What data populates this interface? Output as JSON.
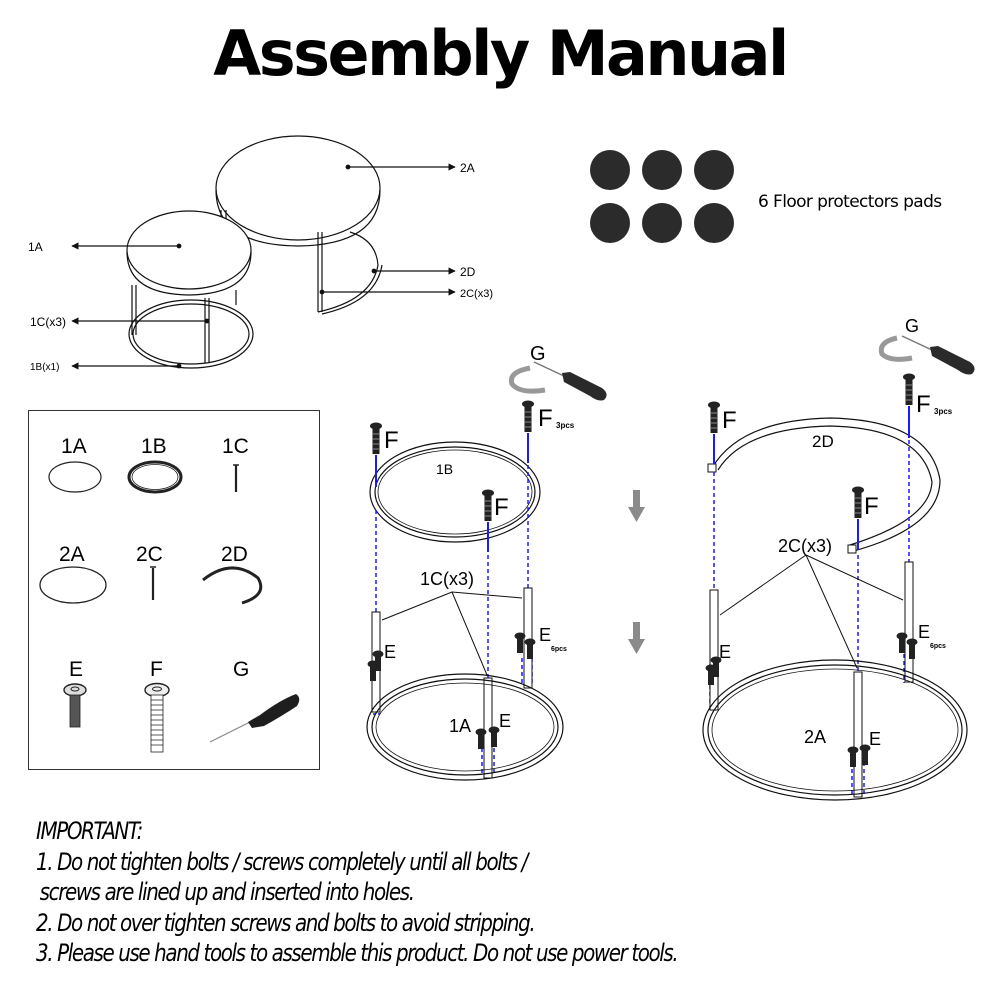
{
  "title": "Assembly Manual",
  "overview": {
    "labels": {
      "top_large": "2A",
      "top_small": "1A",
      "ring_large": "2D",
      "legs_large": "2C(x3)",
      "legs_small": "1C(x3)",
      "ring_small": "1B(x1)"
    }
  },
  "floor_pads": {
    "count": 6,
    "label": "6 Floor protectors pads",
    "color": "#2b2b2b"
  },
  "parts": [
    {
      "id": "1A",
      "label": "1A",
      "shape": "thin-ellipse"
    },
    {
      "id": "1B",
      "label": "1B",
      "shape": "thick-ring"
    },
    {
      "id": "1C",
      "label": "1C",
      "shape": "short-rod"
    },
    {
      "id": "2A",
      "label": "2A",
      "shape": "large-ellipse"
    },
    {
      "id": "2C",
      "label": "2C",
      "shape": "long-rod"
    },
    {
      "id": "2D",
      "label": "2D",
      "shape": "open-ring"
    },
    {
      "id": "E",
      "label": "E",
      "shape": "short-bolt"
    },
    {
      "id": "F",
      "label": "F",
      "shape": "long-bolt"
    },
    {
      "id": "G",
      "label": "G",
      "shape": "screwdriver"
    }
  ],
  "step1": {
    "tool": "G",
    "screw_F": "F",
    "screw_F_qty": "3pcs",
    "ring": "1B",
    "legs": "1C(x3)",
    "screw_E": "E",
    "screw_E_qty": "6pcs",
    "base": "1A"
  },
  "step2": {
    "tool": "G",
    "screw_F": "F",
    "screw_F_qty": "3pcs",
    "ring": "2D",
    "legs": "2C(x3)",
    "screw_E": "E",
    "screw_E_qty": "6pcs",
    "base": "2A"
  },
  "colors": {
    "guide_line": "#1a1aff",
    "arrow": "#8a8a8a",
    "ink": "#111111"
  },
  "notes": {
    "heading": "IMPORTANT:",
    "items": [
      "1. Do not tighten bolts / screws completely until all bolts /",
      "screws are lined up and inserted into holes.",
      "2. Do not over tighten screws and bolts to avoid stripping.",
      "3. Please use hand tools to assemble this product. Do not use power tools."
    ]
  }
}
